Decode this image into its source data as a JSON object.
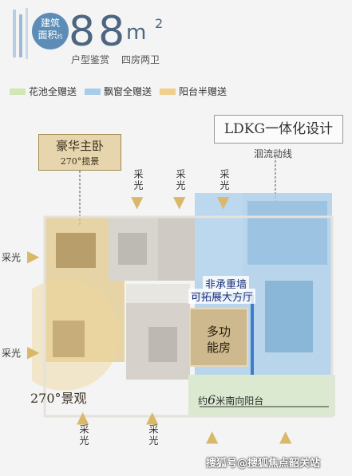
{
  "header": {
    "badge_line1": "建筑",
    "badge_line2": "面积",
    "badge_small": "约",
    "area_value": "88",
    "area_unit": "m",
    "area_sup": "2",
    "subtitle_left": "户型鉴赏",
    "subtitle_right": "四房两卫"
  },
  "legend": [
    {
      "label": "花池全赠送",
      "color": "#cfe8b6"
    },
    {
      "label": "飘窗全赠送",
      "color": "#a9cde8"
    },
    {
      "label": "阳台半赠送",
      "color": "#f0cf8f"
    }
  ],
  "ldkg": {
    "title": "LDKG一体化设计",
    "subtitle": "洄流动线"
  },
  "master": {
    "title": "豪华主卧",
    "subtitle": "270°揽景"
  },
  "lighting_label": "采光",
  "non_load_wall": {
    "line1": "非承重墙",
    "line2": "可拓展大方厅"
  },
  "multi_room": {
    "line1": "多功",
    "line2": "能房"
  },
  "balcony": {
    "prefix": "约",
    "number": "6",
    "unit": "米",
    "suffix": "南向阳台"
  },
  "view_label": "270°景观",
  "watermark": "搜狐号@搜狐焦点韶关站",
  "colors": {
    "ldkg_zone": "#a9cde8",
    "master_zone": "#e2c98d",
    "accent_blue": "#3d7cc9"
  }
}
